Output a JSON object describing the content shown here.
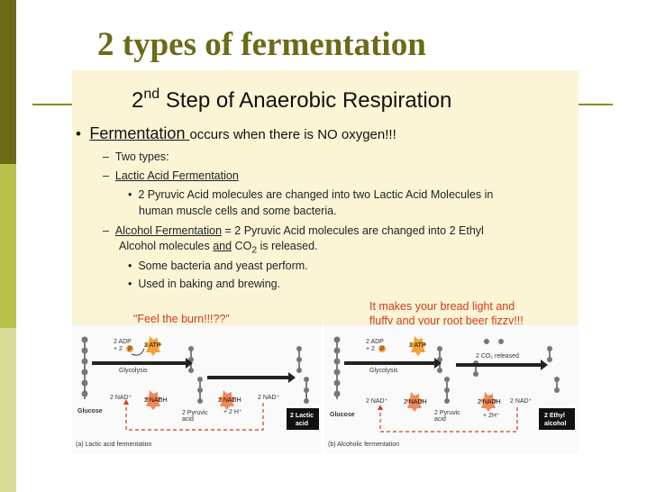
{
  "slide": {
    "title": "2 types of fermentation"
  },
  "panel": {
    "heading_sup": "nd",
    "heading_num": "2",
    "heading_rest": " Step of Anaerobic Respiration",
    "bullet_dot": "•",
    "fermentation_word": "Fermentation ",
    "bullet_rest": "occurs when there is NO oxygen!!!",
    "dash1": "–",
    "two_types": "Two types:",
    "dash2": "–",
    "lactic_heading": "Lactic Acid Fermentation",
    "lactic_bullet_line1": "2 Pyruvic Acid molecules are changed into two Lactic Acid Molecules in",
    "lactic_bullet_line2": "human muscle cells and some bacteria.",
    "dash3": "–",
    "alcohol_heading": "Alcohol Fermentation",
    "alcohol_text_line1": " = 2 Pyruvic Acid molecules are changed into 2 Ethyl",
    "alcohol_text_line2a": "Alcohol molecules ",
    "alcohol_and": "and",
    "alcohol_co2": " CO",
    "alcohol_co2_sub": "2",
    "alcohol_released": " is released.",
    "sub_bullet": "•",
    "some_bacteria": "Some bacteria and yeast perform.",
    "used_in": "Used in baking and brewing.",
    "feel_burn": "\"Feel the burn!!!??\"",
    "bread_line1": "It makes your bread light and",
    "bread_line2": "fluffy and your root beer fizzy!!!"
  },
  "diagram_a": {
    "adp_line1": "2 ADP",
    "adp_line2": "+ 2",
    "p_symbol": "P",
    "atp": "2 ATP",
    "glycolysis": "Glycolysis",
    "nad_left": "2 NAD⁺",
    "nadh_1": "2 NADH",
    "nadh_2": "2 NADH",
    "nad_right": "2 NAD⁺",
    "glucose": "Glucose",
    "pyruvic": "2 Pyruvic",
    "acid": "acid",
    "h_plus": "+ 2 H⁺",
    "lactic_box1": "2 Lactic",
    "lactic_box2": "acid",
    "caption": "(a) Lactic acid fermentation"
  },
  "diagram_b": {
    "adp_line1": "2 ADP",
    "adp_line2": "+ 2",
    "p_symbol": "P",
    "atp": "2 ATP",
    "glycolysis": "Glycolysis",
    "co2_released": "2 CO₂ released",
    "nad_left": "2 NAD⁺",
    "nadh_1": "2 NADH",
    "nadh_2": "2 NADH",
    "nad_right": "2 NAD⁺",
    "glucose": "Glucose",
    "pyruvic": "2 Pyruvic",
    "acid": "acid",
    "h_plus": "+ 2H⁺",
    "ethyl_box1": "2 Ethyl",
    "ethyl_box2": "alcohol",
    "caption": "(b) Alcoholic fermentation"
  },
  "colors": {
    "sidebar_dark": "#6b6b18",
    "sidebar_mid": "#b9c14d",
    "sidebar_light": "#d8dc96",
    "title": "#6b6b18",
    "panel_bg": "#fbf5d6",
    "accent_red": "#d23a1e",
    "atp_orange": "#f3a23a"
  }
}
